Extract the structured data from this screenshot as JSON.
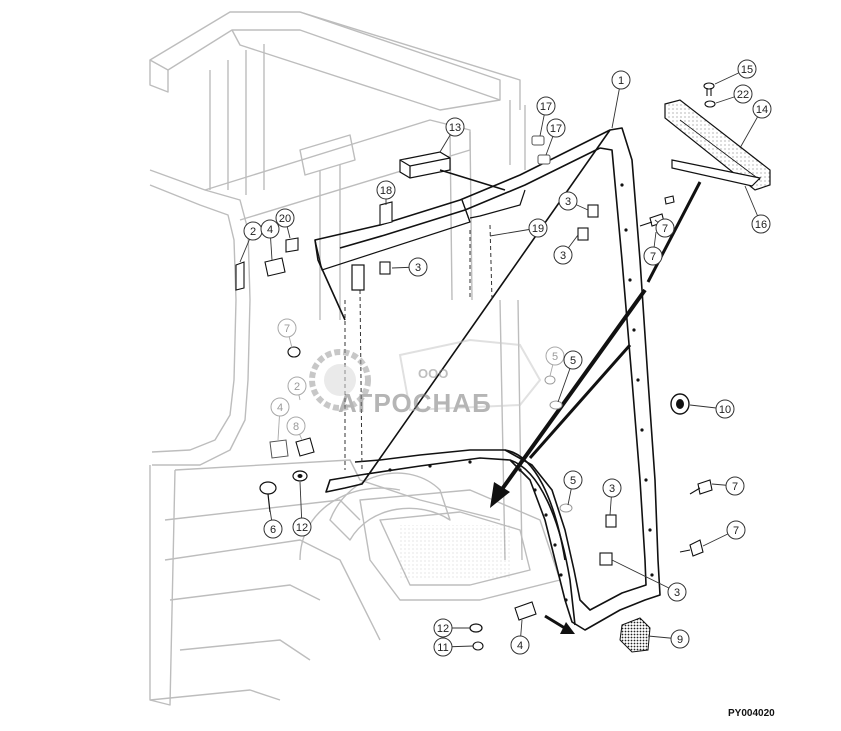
{
  "diagram": {
    "figure_code": "PY004020",
    "watermark": {
      "prefix": "ООО",
      "name": "АГРОСНАБ"
    },
    "callouts": [
      {
        "id": "c1",
        "label": "1"
      },
      {
        "id": "c15",
        "label": "15"
      },
      {
        "id": "c22",
        "label": "22"
      },
      {
        "id": "c14",
        "label": "14"
      },
      {
        "id": "c16",
        "label": "16"
      },
      {
        "id": "c17a",
        "label": "17"
      },
      {
        "id": "c17b",
        "label": "17"
      },
      {
        "id": "c13",
        "label": "13"
      },
      {
        "id": "c18",
        "label": "18"
      },
      {
        "id": "c19",
        "label": "19"
      },
      {
        "id": "c20",
        "label": "20"
      },
      {
        "id": "c2a",
        "label": "2"
      },
      {
        "id": "c4a",
        "label": "4"
      },
      {
        "id": "c3a",
        "label": "3"
      },
      {
        "id": "c3b",
        "label": "3"
      },
      {
        "id": "c3c",
        "label": "3"
      },
      {
        "id": "c7a",
        "label": "7"
      },
      {
        "id": "c7b",
        "label": "7"
      },
      {
        "id": "c7c",
        "label": "7"
      },
      {
        "id": "c7d",
        "label": "7"
      },
      {
        "id": "c7e",
        "label": "7"
      },
      {
        "id": "c5a",
        "label": "5"
      },
      {
        "id": "c5b",
        "label": "5"
      },
      {
        "id": "c5c",
        "label": "5"
      },
      {
        "id": "c10",
        "label": "10"
      },
      {
        "id": "c2b",
        "label": "2"
      },
      {
        "id": "c4b",
        "label": "4"
      },
      {
        "id": "c8",
        "label": "8"
      },
      {
        "id": "c6",
        "label": "6"
      },
      {
        "id": "c12a",
        "label": "12"
      },
      {
        "id": "c3d",
        "label": "3"
      },
      {
        "id": "c3e",
        "label": "3"
      },
      {
        "id": "c12b",
        "label": "12"
      },
      {
        "id": "c11",
        "label": "11"
      },
      {
        "id": "c4c",
        "label": "4"
      },
      {
        "id": "c9",
        "label": "9"
      }
    ]
  }
}
